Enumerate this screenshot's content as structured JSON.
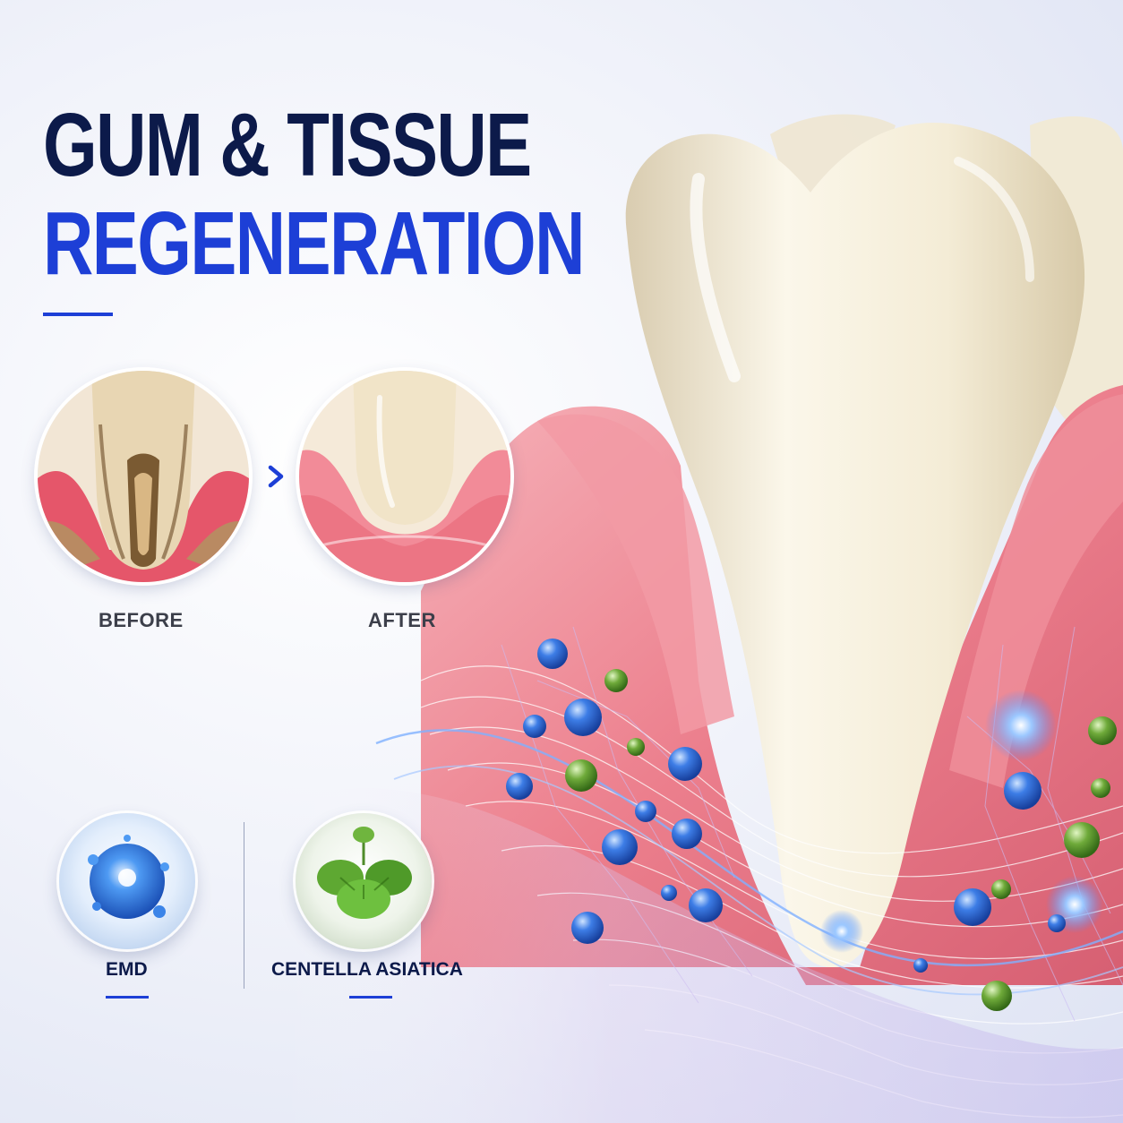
{
  "headline": {
    "line1": "GUM & TISSUE",
    "line2": "REGENERATION"
  },
  "comparison": {
    "before_label": "BEFORE",
    "after_label": "AFTER"
  },
  "ingredients": [
    {
      "label": "EMD",
      "icon": "water-sphere-icon"
    },
    {
      "label": "CENTELLA ASIATICA",
      "icon": "centella-leaf-icon"
    }
  ],
  "colors": {
    "navy": "#0c1a4a",
    "brand_blue": "#1d3fd6",
    "gum_pink": "#ef8a96"
  }
}
